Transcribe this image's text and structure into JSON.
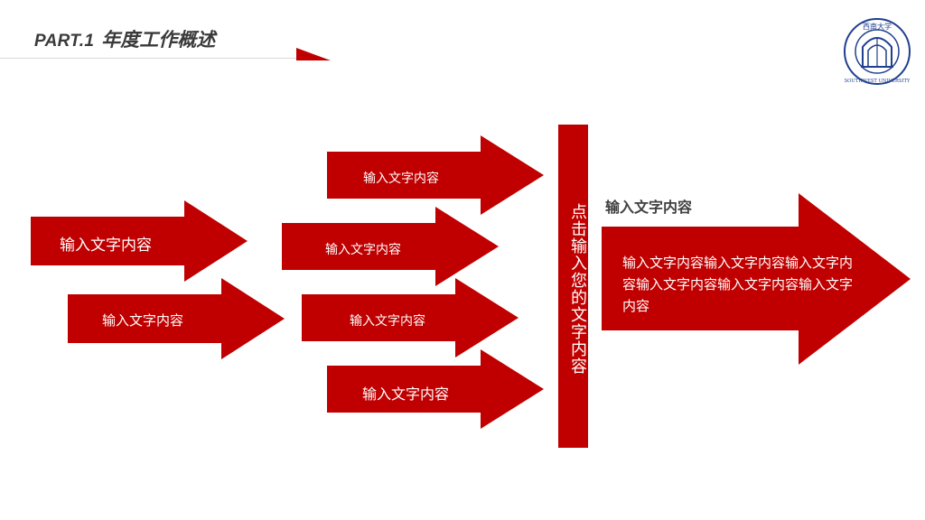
{
  "header": {
    "part": "PART.1",
    "title": "年度工作概述"
  },
  "logo": {
    "text": "SOUTHWEST UNIVERSITY",
    "top_text": "西南大学"
  },
  "colors": {
    "accent": "#c00000",
    "heading": "#404040",
    "divider": "#d9d9d9"
  },
  "arrows": {
    "left_top": "输入文字内容",
    "left_bottom": "输入文字内容",
    "mid_1": "输入文字内容",
    "mid_2": "输入文字内容",
    "mid_3": "输入文字内容",
    "mid_4": "输入文字内容"
  },
  "center_bar": {
    "text": "点击输入您的文字内容"
  },
  "right": {
    "heading": "输入文字内容",
    "body": "输入文字内容输入文字内容输入文字内容输入文字内容输入文字内容输入文字内容"
  }
}
